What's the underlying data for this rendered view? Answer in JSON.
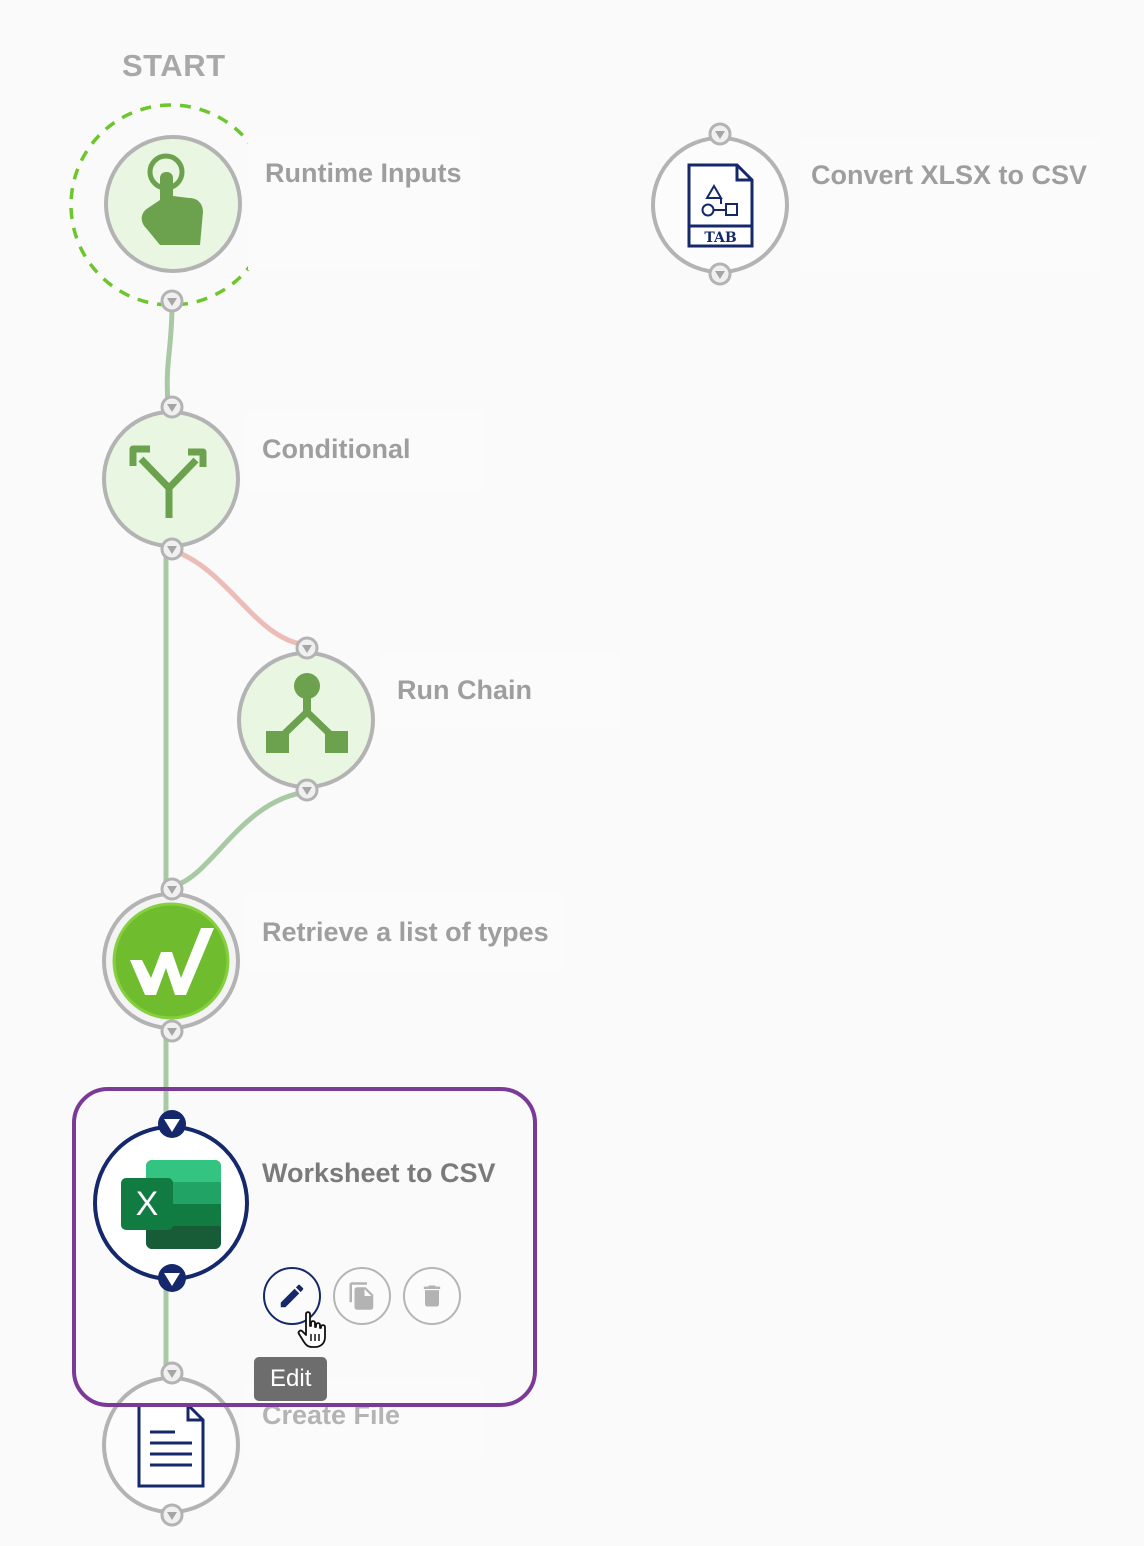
{
  "start_label": "START",
  "nodes": {
    "runtime_inputs": {
      "label": "Runtime Inputs",
      "icon": "tap-hand-icon"
    },
    "convert_xlsx": {
      "label": "Convert XLSX to CSV",
      "icon": "tab-file-icon",
      "icon_text": "TAB"
    },
    "conditional": {
      "label": "Conditional",
      "icon": "split-arrows-icon"
    },
    "run_chain": {
      "label": "Run Chain",
      "icon": "chain-tree-icon"
    },
    "retrieve_types": {
      "label": "Retrieve a list of types",
      "icon": "workiva-w-icon",
      "icon_text": "W"
    },
    "worksheet_csv": {
      "label": "Worksheet to CSV",
      "icon": "excel-icon",
      "icon_text": "X"
    },
    "create_file": {
      "label": "Create File",
      "icon": "document-icon"
    }
  },
  "actions": {
    "edit_tooltip": "Edit"
  },
  "colors": {
    "node_fill": "#e9f6e2",
    "node_border": "#b3b3b3",
    "icon_green": "#6ca24e",
    "start_dash": "#6cc62c",
    "edge_green": "#a8c9a4",
    "edge_red": "#ecbcb6",
    "selected_ring": "#14286b",
    "selection_frame": "#7b3a97",
    "excel_green": "#1d7a44"
  }
}
